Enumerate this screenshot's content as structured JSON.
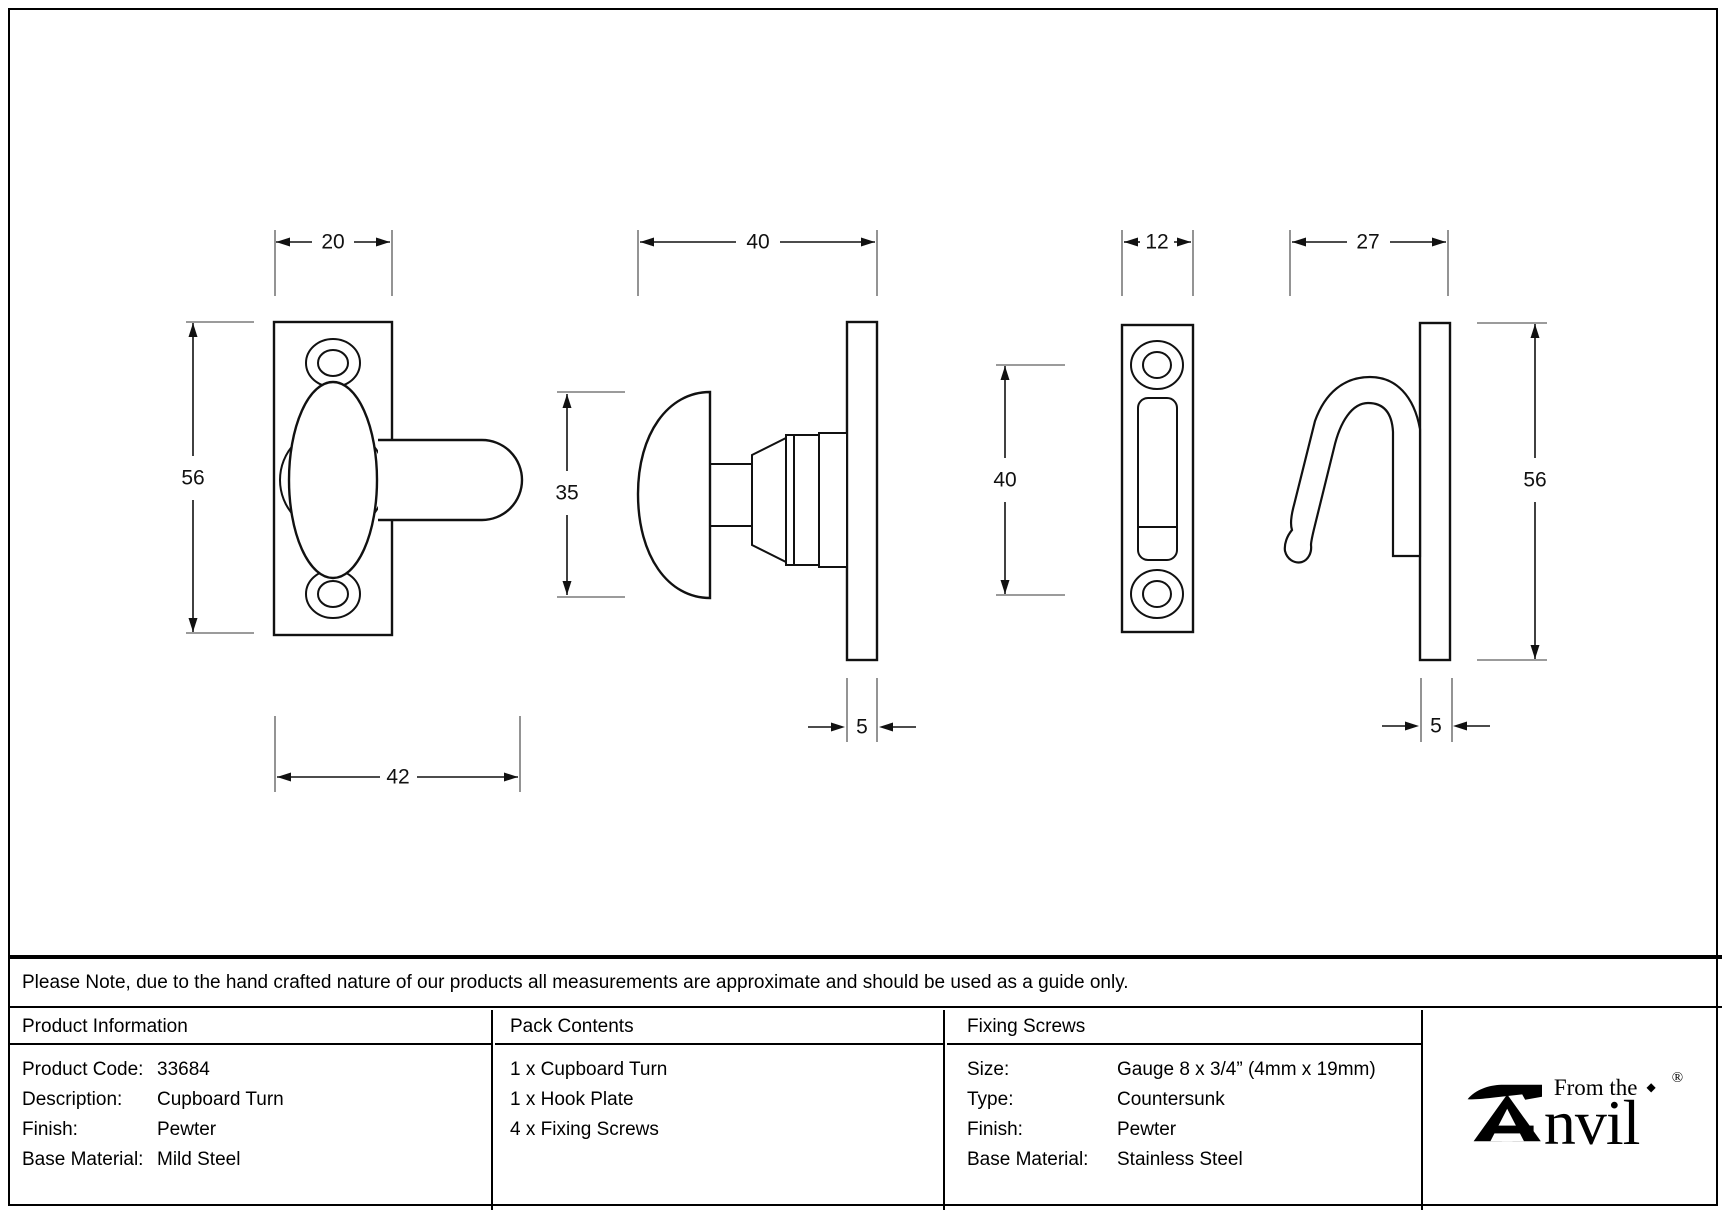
{
  "note": {
    "text": "Please Note, due to the hand crafted nature of our products all measurements are approximate and should be used as a guide only."
  },
  "drawings": {
    "cupboard_turn_front": {
      "plate_width": "20",
      "plate_height": "56",
      "total_width": "42"
    },
    "cupboard_turn_side": {
      "total_depth": "40",
      "knob_height": "35",
      "plate_thickness": "5"
    },
    "hook_plate_front": {
      "plate_width": "12",
      "hole_centres": "40"
    },
    "hook_plate_side": {
      "total_depth": "27",
      "plate_height": "56",
      "plate_thickness": "5"
    }
  },
  "table": {
    "product_information": {
      "header": "Product Information",
      "rows": [
        {
          "label": "Product Code:",
          "value": "33684"
        },
        {
          "label": "Description:",
          "value": "Cupboard Turn"
        },
        {
          "label": "Finish:",
          "value": "Pewter"
        },
        {
          "label": "Base Material:",
          "value": "Mild Steel"
        }
      ]
    },
    "pack_contents": {
      "header": "Pack Contents",
      "items": [
        "1 x Cupboard Turn",
        "1 x Hook Plate",
        "4 x Fixing Screws"
      ]
    },
    "fixing_screws": {
      "header": "Fixing Screws",
      "rows": [
        {
          "label": "Size:",
          "value": "Gauge 8 x 3/4” (4mm x 19mm)"
        },
        {
          "label": "Type:",
          "value": "Countersunk"
        },
        {
          "label": "Finish:",
          "value": "Pewter"
        },
        {
          "label": "Base Material:",
          "value": "Stainless Steel"
        }
      ]
    }
  },
  "brand": {
    "from_the": "From the",
    "diamond": "◆",
    "registered": "®",
    "nvil": "nvil"
  },
  "colors": {
    "ink": "#111111",
    "extension_line": "#7a7a7a",
    "background": "#ffffff"
  }
}
